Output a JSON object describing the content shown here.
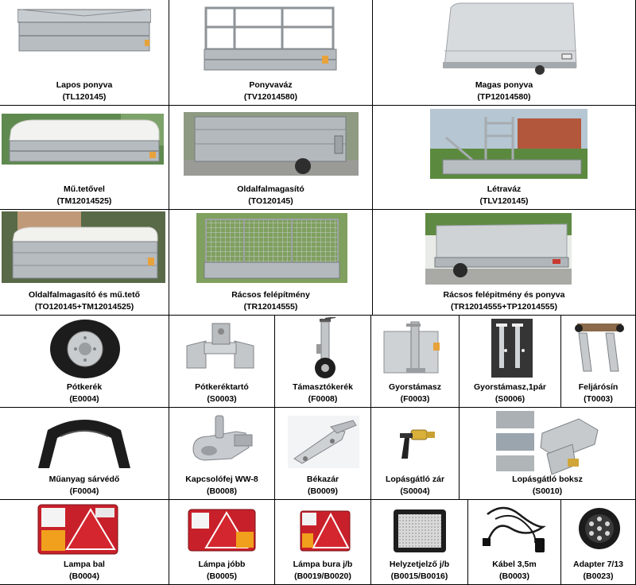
{
  "rows": [
    {
      "items": [
        {
          "name": "Lapos ponyva",
          "code": "(TL120145)",
          "icon": "flat-tarp-trailer-icon"
        },
        {
          "name": "Ponyvaváz",
          "code": "(TV12014580)",
          "icon": "tarp-frame-trailer-icon"
        },
        {
          "name": "Magas ponyva",
          "code": "(TP12014580)",
          "icon": "high-tarp-trailer-icon"
        }
      ]
    },
    {
      "items": [
        {
          "name": "Mű.tetővel",
          "code": "(TM12014525)",
          "icon": "plastic-lid-trailer-icon"
        },
        {
          "name": "Oldalfalmagasító",
          "code": "(TO120145)",
          "icon": "side-extension-trailer-icon"
        },
        {
          "name": "Létraváz",
          "code": "(TLV120145)",
          "icon": "ladder-rack-trailer-icon"
        }
      ]
    },
    {
      "items": [
        {
          "name": "Oldalfalmagasító és mű.tető",
          "code": "(TO120145+TM12014525)",
          "icon": "extension-lid-trailer-icon"
        },
        {
          "name": "Rácsos felépítmény",
          "code": "(TR12014555)",
          "icon": "mesh-cage-trailer-icon"
        },
        {
          "name": "Rácsos felépitmény és ponyva",
          "code": "(TR12014555+TP12014555)",
          "icon": "mesh-tarp-trailer-icon"
        }
      ]
    },
    {
      "items": [
        {
          "name": "Pótkerék",
          "code": "(E0004)",
          "icon": "spare-wheel-icon"
        },
        {
          "name": "Pótkeréktartó",
          "code": "(S0003)",
          "icon": "spare-wheel-holder-icon"
        },
        {
          "name": "Támasztókerék",
          "code": "(F0008)",
          "icon": "jockey-wheel-icon"
        },
        {
          "name": "Gyorstámasz",
          "code": "(F0003)",
          "icon": "quick-support-icon"
        },
        {
          "name": "Gyorstámasz,1pár",
          "code": "(S0006)",
          "icon": "quick-support-pair-icon"
        },
        {
          "name": "Feljárósín",
          "code": "(T0003)",
          "icon": "loading-ramp-icon"
        }
      ]
    },
    {
      "items": [
        {
          "name": "Műanyag sárvédő",
          "code": "(F0004)",
          "icon": "plastic-mudguard-icon"
        },
        {
          "name": "Kapcsolófej WW-8",
          "code": "(B0008)",
          "icon": "coupling-head-icon"
        },
        {
          "name": "Békazár",
          "code": "(B0009)",
          "icon": "frog-latch-icon"
        },
        {
          "name": "Lopásgátló zár",
          "code": "(S0004)",
          "icon": "anti-theft-lock-icon"
        },
        {
          "name": "Lopásgátló boksz",
          "code": "(S0010)",
          "icon": "anti-theft-box-icon"
        }
      ]
    },
    {
      "items": [
        {
          "name": "Lampa bal",
          "code": "(B0004)",
          "icon": "left-lamp-icon"
        },
        {
          "name": "Lámpa jóbb",
          "code": "(B0005)",
          "icon": "right-lamp-icon"
        },
        {
          "name": "Lámpa bura j/b",
          "code": "(B0019/B0020)",
          "icon": "lamp-cover-icon"
        },
        {
          "name": "Helyzetjelző j/b",
          "code": "(B0015/B0016)",
          "icon": "position-marker-icon"
        },
        {
          "name": "Kábel 3,5m",
          "code": "(B0003)",
          "icon": "cable-icon"
        },
        {
          "name": "Adapter 7/13",
          "code": "(B0023)",
          "icon": "adapter-icon"
        }
      ]
    }
  ]
}
